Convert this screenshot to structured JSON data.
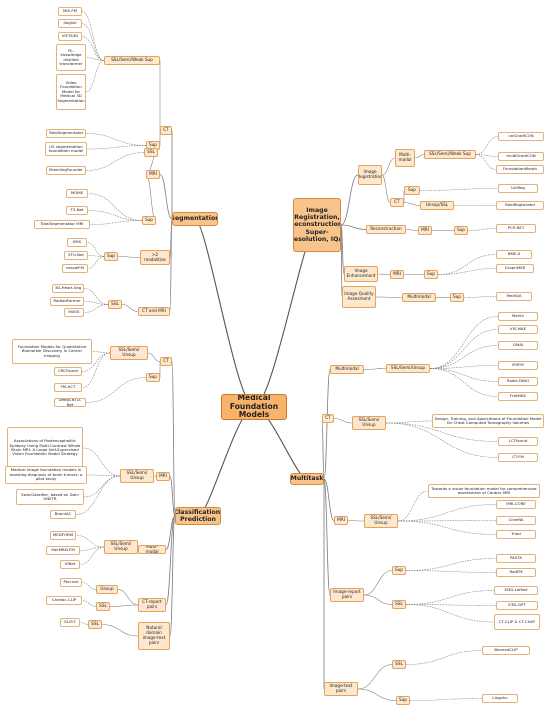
{
  "nodes": [
    {
      "id": "root",
      "text": "Medical Foundation Models",
      "kind": "root"
    },
    {
      "id": "seg",
      "text": "Segmentation",
      "kind": "main"
    },
    {
      "id": "seg_ct",
      "text": "CT",
      "kind": "branch"
    },
    {
      "id": "seg_ct_ssl",
      "text": "SSL/Semi/Weak Sup",
      "kind": "branch"
    },
    {
      "id": "l_mis",
      "text": "MIS-FM",
      "kind": "leaf"
    },
    {
      "id": "l_segvol",
      "text": "SegVol",
      "kind": "leaf"
    },
    {
      "id": "l_vistax",
      "text": "VISTA3D",
      "kind": "leaf"
    },
    {
      "id": "l_pl",
      "text": "PL-knowledge distilled transformer",
      "kind": "leaf"
    },
    {
      "id": "l_video",
      "text": "Video Foundation Model for Medical 3D Segmentation",
      "kind": "leaf"
    },
    {
      "id": "seg_ct_sup",
      "text": "Sup",
      "kind": "branch"
    },
    {
      "id": "l_totalseg",
      "text": "TotalSegmentator",
      "kind": "leaf"
    },
    {
      "id": "l_us",
      "text": "US segmentation foundation model",
      "kind": "leaf"
    },
    {
      "id": "seg_mri",
      "text": "MRI",
      "kind": "branch"
    },
    {
      "id": "seg_mri_ssl",
      "text": "SSL",
      "kind": "branch"
    },
    {
      "id": "l_brainseg",
      "text": "BrainSegFounder",
      "kind": "leaf"
    },
    {
      "id": "seg_mri_sup",
      "text": "Sup",
      "kind": "branch"
    },
    {
      "id": "l_mome",
      "text": "MOME",
      "kind": "leaf"
    },
    {
      "id": "l_f3net",
      "text": "F3-Net",
      "kind": "leaf"
    },
    {
      "id": "l_totalsegmri",
      "text": "TotalSegmentator MRI",
      "kind": "leaf"
    },
    {
      "id": "seg_gt2",
      "text": ">2 modalities",
      "kind": "branch"
    },
    {
      "id": "seg_gt2_sup",
      "text": "Sup",
      "kind": "branch"
    },
    {
      "id": "l_imis",
      "text": "IMIS",
      "kind": "leaf"
    },
    {
      "id": "l_stunet",
      "text": "STU-Net",
      "kind": "leaf"
    },
    {
      "id": "l_vesselfm",
      "text": "vesselFM",
      "kind": "leaf"
    },
    {
      "id": "seg_ctmri",
      "text": "CT and MRI",
      "kind": "branch"
    },
    {
      "id": "seg_ctmri_ssl",
      "text": "SSL",
      "kind": "branch"
    },
    {
      "id": "l_3dheart",
      "text": "3D-Heart-Seg",
      "kind": "leaf"
    },
    {
      "id": "l_radiodformer",
      "text": "RadiodFormer",
      "kind": "leaf"
    },
    {
      "id": "l_m4oe",
      "text": "M4OE",
      "kind": "leaf"
    },
    {
      "id": "cls",
      "text": "Classification/ Prediction",
      "kind": "main"
    },
    {
      "id": "cls_ct",
      "text": "CT",
      "kind": "branch"
    },
    {
      "id": "cls_ct_ssl",
      "text": "SSL/Semi/ Unsup",
      "kind": "branch"
    },
    {
      "id": "l_fmqb",
      "text": "Foundation Models for Quantitative Biomarker Discovery in Cancer Imaging",
      "kind": "leaf"
    },
    {
      "id": "l_crcfound",
      "text": "CRCFound",
      "kind": "leaf"
    },
    {
      "id": "l_fmhct",
      "text": "FM-HCT",
      "kind": "leaf"
    },
    {
      "id": "cls_ct_sup",
      "text": "Sup",
      "kind": "branch"
    },
    {
      "id": "l_deepcntd",
      "text": "DeepCNTD-Net",
      "kind": "leaf"
    },
    {
      "id": "cls_mri",
      "text": "MRI",
      "kind": "branch"
    },
    {
      "id": "cls_mri_ssl",
      "text": "SSL/Semi/ Unsup",
      "kind": "branch"
    },
    {
      "id": "l_assoc",
      "text": "Associations of Postencephalitic Epilepsy Using Multi-Contrast Whole Brain MRI: A Large Self-Supervised Vision Foundation Model Strategy",
      "kind": "leaf"
    },
    {
      "id": "l_medimg",
      "text": "Medical image foundation models in assisting diagnosis of brain tumors: a pilot study",
      "kind": "leaf"
    },
    {
      "id": "l_swin",
      "text": "SwinClassifier, based on Swin UNETR",
      "kind": "leaf"
    },
    {
      "id": "l_brainiac",
      "text": "BrainIAC",
      "kind": "leaf"
    },
    {
      "id": "cls_mm",
      "text": "Multi-modal",
      "kind": "branch"
    },
    {
      "id": "cls_mm_ssl",
      "text": "SSL/Semi/ Unsup",
      "kind": "branch"
    },
    {
      "id": "l_medform",
      "text": "MEDFORM",
      "kind": "leaf"
    },
    {
      "id": "l_mermbd",
      "text": "MerMBD-FM",
      "kind": "leaf"
    },
    {
      "id": "l_vinet",
      "text": "VINet",
      "kind": "leaf"
    },
    {
      "id": "cls_ctrep",
      "text": "CT-report pairs",
      "kind": "branch"
    },
    {
      "id": "cls_ctrep_unsup",
      "text": "Unsup",
      "kind": "branch"
    },
    {
      "id": "l_percival",
      "text": "Percival",
      "kind": "leaf"
    },
    {
      "id": "cls_ctrep_ssl",
      "text": "SSL",
      "kind": "branch"
    },
    {
      "id": "l_cardiacclip",
      "text": "Cardiac-CLIP",
      "kind": "leaf"
    },
    {
      "id": "cls_nat",
      "text": "Natural domain image-text pairs",
      "kind": "branch"
    },
    {
      "id": "cls_nat_ssl",
      "text": "SSL",
      "kind": "branch"
    },
    {
      "id": "l_glipt",
      "text": "GLIP-T",
      "kind": "leaf"
    },
    {
      "id": "reg",
      "text": "Image Registration, Reconstruction, Super-resolution, IQA",
      "kind": "main"
    },
    {
      "id": "reg_ir",
      "text": "Image Registration",
      "kind": "branch"
    },
    {
      "id": "reg_ir_mm",
      "text": "Multi-modal",
      "kind": "branch"
    },
    {
      "id": "reg_ir_mm_ssl",
      "text": "SSL/Semi/Weak Sup",
      "kind": "branch"
    },
    {
      "id": "l_unigrad",
      "text": "uniGradICON",
      "kind": "leaf"
    },
    {
      "id": "l_multigrad",
      "text": "multiGradICON",
      "kind": "leaf"
    },
    {
      "id": "l_foundmorph",
      "text": "FoundationMorph",
      "kind": "leaf"
    },
    {
      "id": "reg_ir_ct",
      "text": "CT",
      "kind": "branch"
    },
    {
      "id": "reg_ir_ct_sup",
      "text": "Sup",
      "kind": "branch"
    },
    {
      "id": "l_unireg",
      "text": "UniReg",
      "kind": "leaf"
    },
    {
      "id": "reg_ir_ct_unsup",
      "text": "Unsup/SSL",
      "kind": "branch"
    },
    {
      "id": "l_totalreg",
      "text": "TotalRegistrator",
      "kind": "leaf"
    },
    {
      "id": "reg_rec",
      "text": "Reconstruction",
      "kind": "branch"
    },
    {
      "id": "reg_rec_mri",
      "text": "MRI",
      "kind": "branch"
    },
    {
      "id": "reg_rec_sup",
      "text": "Sup",
      "kind": "branch"
    },
    {
      "id": "l_pcpnet",
      "text": "PCP-NET",
      "kind": "leaf"
    },
    {
      "id": "reg_enh",
      "text": "Image Enhancement",
      "kind": "branch"
    },
    {
      "id": "reg_enh_mri",
      "text": "MRI",
      "kind": "branch"
    },
    {
      "id": "reg_enh_sup",
      "text": "Sup",
      "kind": "branch"
    },
    {
      "id": "l_bmex",
      "text": "BME-X",
      "kind": "leaf"
    },
    {
      "id": "l_graphmsr",
      "text": "GraphMSR",
      "kind": "leaf"
    },
    {
      "id": "reg_iqa",
      "text": "Image Quality Assesment",
      "kind": "branch"
    },
    {
      "id": "reg_iqa_mm",
      "text": "Multimodal",
      "kind": "branch"
    },
    {
      "id": "reg_iqa_sup",
      "text": "Sup",
      "kind": "branch"
    },
    {
      "id": "l_mediqa",
      "text": "MedIQA",
      "kind": "leaf"
    },
    {
      "id": "mt",
      "text": "Multitask",
      "kind": "main"
    },
    {
      "id": "mt_mm",
      "text": "Multimodal",
      "kind": "branch"
    },
    {
      "id": "mt_mm_ssl",
      "text": "SSL/Semi/Unsup",
      "kind": "branch"
    },
    {
      "id": "l_merlin",
      "text": "Merlin",
      "kind": "leaf"
    },
    {
      "id": "l_vismae",
      "text": "VIS-MAE",
      "kind": "leaf"
    },
    {
      "id": "l_gmai",
      "text": "GMAI",
      "kind": "leaf"
    },
    {
      "id": "l_m3fm",
      "text": "M3FM",
      "kind": "leaf"
    },
    {
      "id": "l_radiodino",
      "text": "Radio DINO",
      "kind": "leaf"
    },
    {
      "id": "l_fratmae",
      "text": "FratMAE",
      "kind": "leaf"
    },
    {
      "id": "mt_ct",
      "text": "CT",
      "kind": "branch"
    },
    {
      "id": "mt_ct_ssl",
      "text": "SSL/Semi/ Unsup",
      "kind": "branch"
    },
    {
      "id": "l_design",
      "text": "Design, Training, and Applications of Foundation Model for Chest Computed Tomography Volumes",
      "kind": "leaf"
    },
    {
      "id": "l_lctfound",
      "text": "LCTfound",
      "kind": "leaf"
    },
    {
      "id": "l_ctfm",
      "text": "CT-FM",
      "kind": "leaf"
    },
    {
      "id": "mt_mri",
      "text": "MRI",
      "kind": "branch"
    },
    {
      "id": "mt_mri_ssl",
      "text": "SSL/Semi/ Unsup",
      "kind": "branch"
    },
    {
      "id": "l_towards",
      "text": "Towards a vision foundation model for comprehensive assessment of Cardiac MRI",
      "kind": "leaf"
    },
    {
      "id": "l_mricore",
      "text": "MRI-CORE",
      "kind": "leaf"
    },
    {
      "id": "l_cinema",
      "text": "CineMA",
      "kind": "leaf"
    },
    {
      "id": "l_triad",
      "text": "Triad",
      "kind": "leaf"
    },
    {
      "id": "mt_irp",
      "text": "Image-report pairs",
      "kind": "branch"
    },
    {
      "id": "mt_irp_sup",
      "text": "Sup",
      "kind": "branch"
    },
    {
      "id": "l_pasta",
      "text": "PASTA",
      "kind": "leaf"
    },
    {
      "id": "l_radfm",
      "text": "RadFM",
      "kind": "leaf"
    },
    {
      "id": "mt_irp_ssl",
      "text": "SSL",
      "kind": "branch"
    },
    {
      "id": "l_m3dlamed",
      "text": "M3D-LaMed",
      "kind": "leaf"
    },
    {
      "id": "l_e3dgpt",
      "text": "E3D-GPT",
      "kind": "leaf"
    },
    {
      "id": "l_ctclip",
      "text": "CT-CLIP & CT-CHAT",
      "kind": "leaf"
    },
    {
      "id": "mt_itp",
      "text": "Image-text pairs",
      "kind": "branch"
    },
    {
      "id": "mt_itp_ssl",
      "text": "SSL",
      "kind": "branch"
    },
    {
      "id": "l_biomedclip",
      "text": "BiomedCLIP",
      "kind": "leaf"
    },
    {
      "id": "mt_itp_sup",
      "text": "Sup",
      "kind": "branch"
    },
    {
      "id": "l_lingshu",
      "text": "Lingshu",
      "kind": "leaf"
    }
  ],
  "edges": [
    [
      "root",
      "seg"
    ],
    [
      "root",
      "cls"
    ],
    [
      "root",
      "reg"
    ],
    [
      "root",
      "mt"
    ],
    [
      "seg",
      "seg_ct"
    ],
    [
      "seg",
      "seg_mri"
    ],
    [
      "seg",
      "seg_gt2"
    ],
    [
      "seg",
      "seg_ctmri"
    ],
    [
      "seg_ct",
      "seg_ct_ssl"
    ],
    [
      "seg_ct",
      "seg_ct_sup"
    ],
    [
      "seg_ct_ssl",
      "l_mis"
    ],
    [
      "seg_ct_ssl",
      "l_segvol"
    ],
    [
      "seg_ct_ssl",
      "l_vistax"
    ],
    [
      "seg_ct_ssl",
      "l_pl"
    ],
    [
      "seg_ct_ssl",
      "l_video"
    ],
    [
      "seg_ct_sup",
      "l_totalseg"
    ],
    [
      "seg_ct_sup",
      "l_us"
    ],
    [
      "seg_mri",
      "seg_mri_ssl"
    ],
    [
      "seg_mri",
      "seg_mri_sup"
    ],
    [
      "seg_mri_ssl",
      "l_brainseg"
    ],
    [
      "seg_mri_sup",
      "l_mome"
    ],
    [
      "seg_mri_sup",
      "l_f3net"
    ],
    [
      "seg_mri_sup",
      "l_totalsegmri"
    ],
    [
      "seg_gt2",
      "seg_gt2_sup"
    ],
    [
      "seg_gt2_sup",
      "l_imis"
    ],
    [
      "seg_gt2_sup",
      "l_stunet"
    ],
    [
      "seg_gt2_sup",
      "l_vesselfm"
    ],
    [
      "seg_ctmri",
      "seg_ctmri_ssl"
    ],
    [
      "seg_ctmri_ssl",
      "l_3dheart"
    ],
    [
      "seg_ctmri_ssl",
      "l_radiodformer"
    ],
    [
      "seg_ctmri_ssl",
      "l_m4oe"
    ],
    [
      "cls",
      "cls_ct"
    ],
    [
      "cls",
      "cls_mri"
    ],
    [
      "cls",
      "cls_mm"
    ],
    [
      "cls",
      "cls_ctrep"
    ],
    [
      "cls",
      "cls_nat"
    ],
    [
      "cls_ct",
      "cls_ct_ssl"
    ],
    [
      "cls_ct",
      "cls_ct_sup"
    ],
    [
      "cls_ct_ssl",
      "l_fmqb"
    ],
    [
      "cls_ct_ssl",
      "l_crcfound"
    ],
    [
      "cls_ct_ssl",
      "l_fmhct"
    ],
    [
      "cls_ct_sup",
      "l_deepcntd"
    ],
    [
      "cls_mri",
      "cls_mri_ssl"
    ],
    [
      "cls_mri_ssl",
      "l_assoc"
    ],
    [
      "cls_mri_ssl",
      "l_medimg"
    ],
    [
      "cls_mri_ssl",
      "l_swin"
    ],
    [
      "cls_mri_ssl",
      "l_brainiac"
    ],
    [
      "cls_mm",
      "cls_mm_ssl"
    ],
    [
      "cls_mm_ssl",
      "l_medform"
    ],
    [
      "cls_mm_ssl",
      "l_mermbd"
    ],
    [
      "cls_mm_ssl",
      "l_vinet"
    ],
    [
      "cls_ctrep",
      "cls_ctrep_unsup"
    ],
    [
      "cls_ctrep",
      "cls_ctrep_ssl"
    ],
    [
      "cls_ctrep_unsup",
      "l_percival"
    ],
    [
      "cls_ctrep_ssl",
      "l_cardiacclip"
    ],
    [
      "cls_nat",
      "cls_nat_ssl"
    ],
    [
      "cls_nat_ssl",
      "l_glipt"
    ],
    [
      "reg",
      "reg_ir"
    ],
    [
      "reg",
      "reg_rec"
    ],
    [
      "reg",
      "reg_enh"
    ],
    [
      "reg",
      "reg_iqa"
    ],
    [
      "reg_ir",
      "reg_ir_mm"
    ],
    [
      "reg_ir",
      "reg_ir_ct"
    ],
    [
      "reg_ir_mm",
      "reg_ir_mm_ssl"
    ],
    [
      "reg_ir_mm_ssl",
      "l_unigrad"
    ],
    [
      "reg_ir_mm_ssl",
      "l_multigrad"
    ],
    [
      "reg_ir_mm_ssl",
      "l_foundmorph"
    ],
    [
      "reg_ir_ct",
      "reg_ir_ct_sup"
    ],
    [
      "reg_ir_ct",
      "reg_ir_ct_unsup"
    ],
    [
      "reg_ir_ct_sup",
      "l_unireg"
    ],
    [
      "reg_ir_ct_unsup",
      "l_totalreg"
    ],
    [
      "reg_rec",
      "reg_rec_mri"
    ],
    [
      "reg_rec_mri",
      "reg_rec_sup"
    ],
    [
      "reg_rec_sup",
      "l_pcpnet"
    ],
    [
      "reg_enh",
      "reg_enh_mri"
    ],
    [
      "reg_enh_mri",
      "reg_enh_sup"
    ],
    [
      "reg_enh_sup",
      "l_bmex"
    ],
    [
      "reg_enh_sup",
      "l_graphmsr"
    ],
    [
      "reg_iqa",
      "reg_iqa_mm"
    ],
    [
      "reg_iqa_mm",
      "reg_iqa_sup"
    ],
    [
      "reg_iqa_sup",
      "l_mediqa"
    ],
    [
      "mt",
      "mt_mm"
    ],
    [
      "mt",
      "mt_ct"
    ],
    [
      "mt",
      "mt_mri"
    ],
    [
      "mt",
      "mt_irp"
    ],
    [
      "mt",
      "mt_itp"
    ],
    [
      "mt_mm",
      "mt_mm_ssl"
    ],
    [
      "mt_mm_ssl",
      "l_merlin"
    ],
    [
      "mt_mm_ssl",
      "l_vismae"
    ],
    [
      "mt_mm_ssl",
      "l_gmai"
    ],
    [
      "mt_mm_ssl",
      "l_m3fm"
    ],
    [
      "mt_mm_ssl",
      "l_radiodino"
    ],
    [
      "mt_mm_ssl",
      "l_fratmae"
    ],
    [
      "mt_ct",
      "mt_ct_ssl"
    ],
    [
      "mt_ct_ssl",
      "l_design"
    ],
    [
      "mt_ct_ssl",
      "l_lctfound"
    ],
    [
      "mt_ct_ssl",
      "l_ctfm"
    ],
    [
      "mt_mri",
      "mt_mri_ssl"
    ],
    [
      "mt_mri_ssl",
      "l_towards"
    ],
    [
      "mt_mri_ssl",
      "l_mricore"
    ],
    [
      "mt_mri_ssl",
      "l_cinema"
    ],
    [
      "mt_mri_ssl",
      "l_triad"
    ],
    [
      "mt_irp",
      "mt_irp_sup"
    ],
    [
      "mt_irp",
      "mt_irp_ssl"
    ],
    [
      "mt_irp_sup",
      "l_pasta"
    ],
    [
      "mt_irp_sup",
      "l_radfm"
    ],
    [
      "mt_irp_ssl",
      "l_m3dlamed"
    ],
    [
      "mt_irp_ssl",
      "l_e3dgpt"
    ],
    [
      "mt_irp_ssl",
      "l_ctclip"
    ],
    [
      "mt_itp",
      "mt_itp_ssl"
    ],
    [
      "mt_itp",
      "mt_itp_sup"
    ],
    [
      "mt_itp_ssl",
      "l_biomedclip"
    ],
    [
      "mt_itp_sup",
      "l_lingshu"
    ]
  ],
  "colors": {
    "edge_main": "#555555",
    "edge_sub": "#7a7a7a",
    "leaf_border": "#e3b27a",
    "branch_fill": "#fde7cd",
    "main_fill": "#f9c48c",
    "root_fill": "#f7b26b"
  }
}
